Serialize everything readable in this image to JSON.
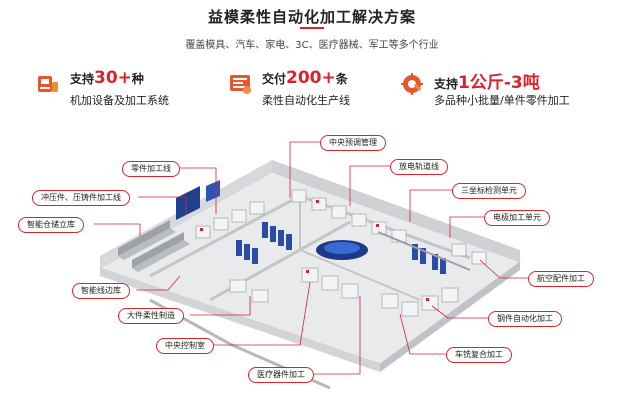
{
  "header": {
    "title": "益模柔性自动化加工解决方案",
    "subtitle": "覆盖模具、汽车、家电、3C、医疗器械、军工等多个行业"
  },
  "stats": [
    {
      "icon": "factory-machine-icon",
      "prefix": "支持",
      "value": "30+",
      "suffix": "种",
      "desc": "机加设备及加工系统"
    },
    {
      "icon": "production-line-icon",
      "prefix": "交付",
      "value": "200+",
      "suffix": "条",
      "desc": "柔性自动化生产线"
    },
    {
      "icon": "gear-wrench-icon",
      "prefix": "支持",
      "value": "1公斤-3吨",
      "suffix": "",
      "desc": "多品种小批量/单件零件加工"
    }
  ],
  "labels": {
    "central_preset": "中央预调管理",
    "parts_line": "零件加工线",
    "discharge_rail": "放电轨道线",
    "stamping_line": "冲压件、压铸件加工线",
    "cmm_unit": "三坐标检测单元",
    "electrode_unit": "电极加工单元",
    "smart_warehouse": "智能仓储立库",
    "aerospace_parts": "航空配件加工",
    "smart_edge_lib": "智能线边库",
    "large_flexible": "大件柔性制造",
    "steel_auto": "钢件自动化加工",
    "central_control": "中央控制室",
    "turn_mill": "车铣复合加工",
    "medical_line": "医疗器件加工"
  },
  "colors": {
    "accent": "#d9232d",
    "floor": "#e9eaec",
    "wall": "#c9cbcf",
    "machine": "#f3f4f6",
    "blue": "#1f3f8f"
  }
}
